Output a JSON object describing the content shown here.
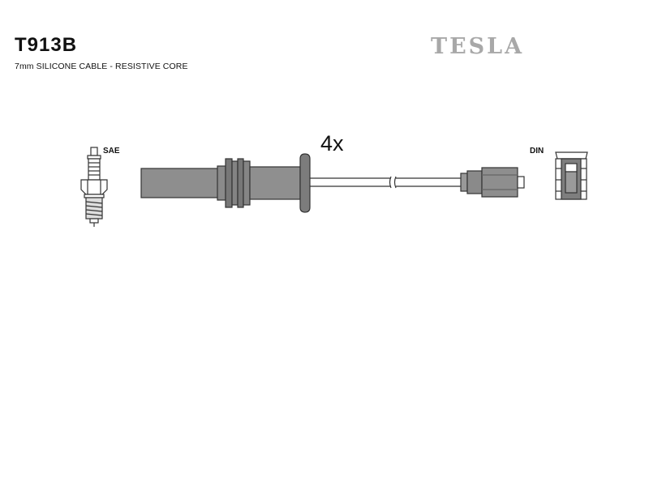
{
  "header": {
    "part_number": "T913B",
    "subtitle": "7mm SILICONE CABLE -  RESISTIVE CORE",
    "brand": "TESLA"
  },
  "diagram": {
    "quantity_label": "4x",
    "left_connector_label": "SAE",
    "right_connector_label": "DIN"
  }
}
